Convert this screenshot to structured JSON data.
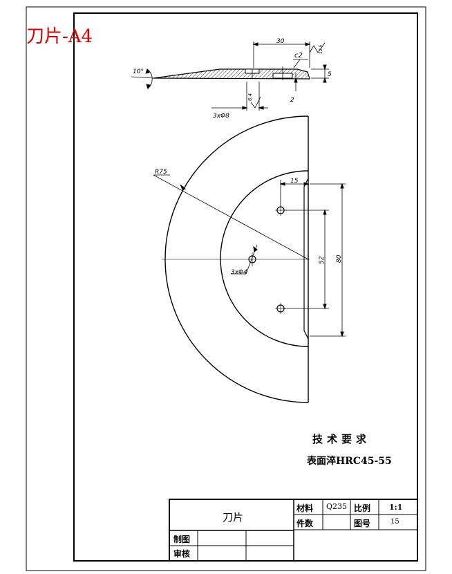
{
  "sheet_title": "刀片-A4",
  "tech_requirements": {
    "title": "技术要求",
    "line1": "表面淬HRC45-55"
  },
  "dimensions": {
    "length_30": "30",
    "chamfer": "c2",
    "height_5": "5",
    "step_2": "2",
    "angle": "10°",
    "roughness_fine": "6.4",
    "roughness_top": "12.5",
    "holes_large": "3xΦ8",
    "radius": "R75",
    "offset_15": "15",
    "span_52": "52",
    "span_80": "80",
    "holes_small": "3xΦ4"
  },
  "title_block": {
    "part_name": "刀片",
    "material_label": "材料",
    "material_value": "Q235",
    "scale_label": "比例",
    "scale_value": "1:1",
    "quantity_label": "件数",
    "drawing_no_label": "图号",
    "drawing_no_value": "15",
    "drawn_label": "制图",
    "checked_label": "审核"
  }
}
